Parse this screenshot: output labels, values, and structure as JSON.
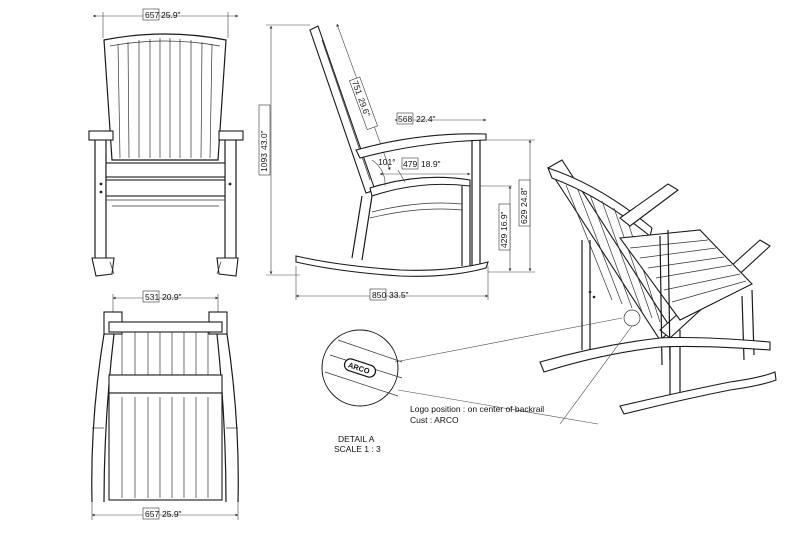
{
  "front_view": {
    "width_dim": {
      "mm": "657",
      "in": "25.9\""
    },
    "height_dim": {
      "mm": "1093",
      "in": "43.0\""
    }
  },
  "side_view": {
    "back_length_dim": {
      "mm": "751",
      "in": "29.6\""
    },
    "arm_depth_dim": {
      "mm": "568",
      "in": "22.4\""
    },
    "angle_dim": "101°",
    "seat_depth_dim": {
      "mm": "479",
      "in": "18.9\""
    },
    "seat_height_dim": {
      "mm": "429",
      "in": "16.9\""
    },
    "arm_height_dim": {
      "mm": "629",
      "in": "24.8\""
    },
    "overall_depth_dim": {
      "mm": "850",
      "in": "33.5\""
    }
  },
  "top_view": {
    "seat_width_dim": {
      "mm": "531",
      "in": "20.9\""
    },
    "width_dim": {
      "mm": "657",
      "in": "25.9\""
    }
  },
  "detail": {
    "logo_text": "ARCO",
    "note_line1": "Logo position : on center of backrail",
    "note_line2": "Cust : ARCO",
    "label": "DETAIL A",
    "scale": "SCALE 1 : 3"
  }
}
